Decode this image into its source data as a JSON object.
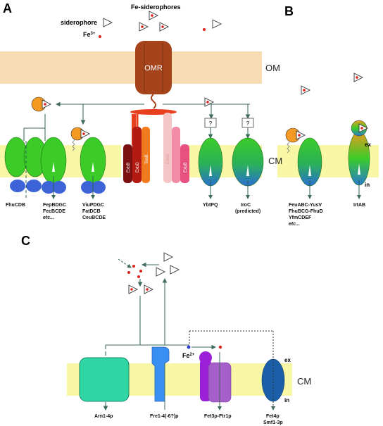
{
  "panels": {
    "a": "A",
    "b": "B",
    "c": "C"
  },
  "legend": {
    "fe_siderophores": "Fe-siderophores",
    "siderophore": "siderophore",
    "fe3_base": "Fe",
    "fe3_sup": "3+"
  },
  "outer_membrane": {
    "label": "OM",
    "receptor": "OMR"
  },
  "cytoplasmic_membrane": {
    "label": "CM",
    "side_out": "ex",
    "side_in": "in"
  },
  "ton": {
    "exbb": "ExbB",
    "exbd": "ExbD",
    "tonb": "TonB",
    "exbd2": "ExbD",
    "exbb2": "ExbB"
  },
  "unknown_mark": "?",
  "transporters_a": {
    "fhucdb": "FhuCDB",
    "fep_1": "FepBDGC",
    "fep_2": "FecBCDE",
    "fep_3": "etc...",
    "viu_1": "ViuPDGC",
    "viu_2": "FatDCB",
    "viu_3": "CeuBCDE",
    "ybt": "YbtPQ",
    "iroc_1": "IroC",
    "iroc_2": "(predicted)"
  },
  "transporters_b": {
    "feu_1": "FeuABC-YusV",
    "feu_2": "FhuBCG-FhuD",
    "feu_3": "YfmCDEF",
    "feu_4": "etc...",
    "irt": "IrtAB"
  },
  "panel_c": {
    "fe2_base": "Fe",
    "fe2_sup": "2+",
    "arn": "Arn1-4p",
    "fre": "Fre1-4(-6?)p",
    "fet3": "Fet3p-Ftr1p",
    "fet4_1": "Fet4p",
    "fet4_2": "Smf1-3p"
  },
  "colors": {
    "om_band": "#f8dcb4",
    "cm_band": "#f7f7a6",
    "omr": "#a5431b",
    "binding_protein": "#f29a21",
    "permease_green": "#3bcc28",
    "nbd_blue": "#3c64d6",
    "arn": "#2fd6a3",
    "fre": "#3a8ff2",
    "fet3": "#9a1fd6",
    "ftr1": "#a65fc8",
    "fet4": "#1a5fa8",
    "iron_dot": "#e0201a",
    "fe2_dot": "#2b3fd1",
    "arrow": "#3e6b5e"
  }
}
